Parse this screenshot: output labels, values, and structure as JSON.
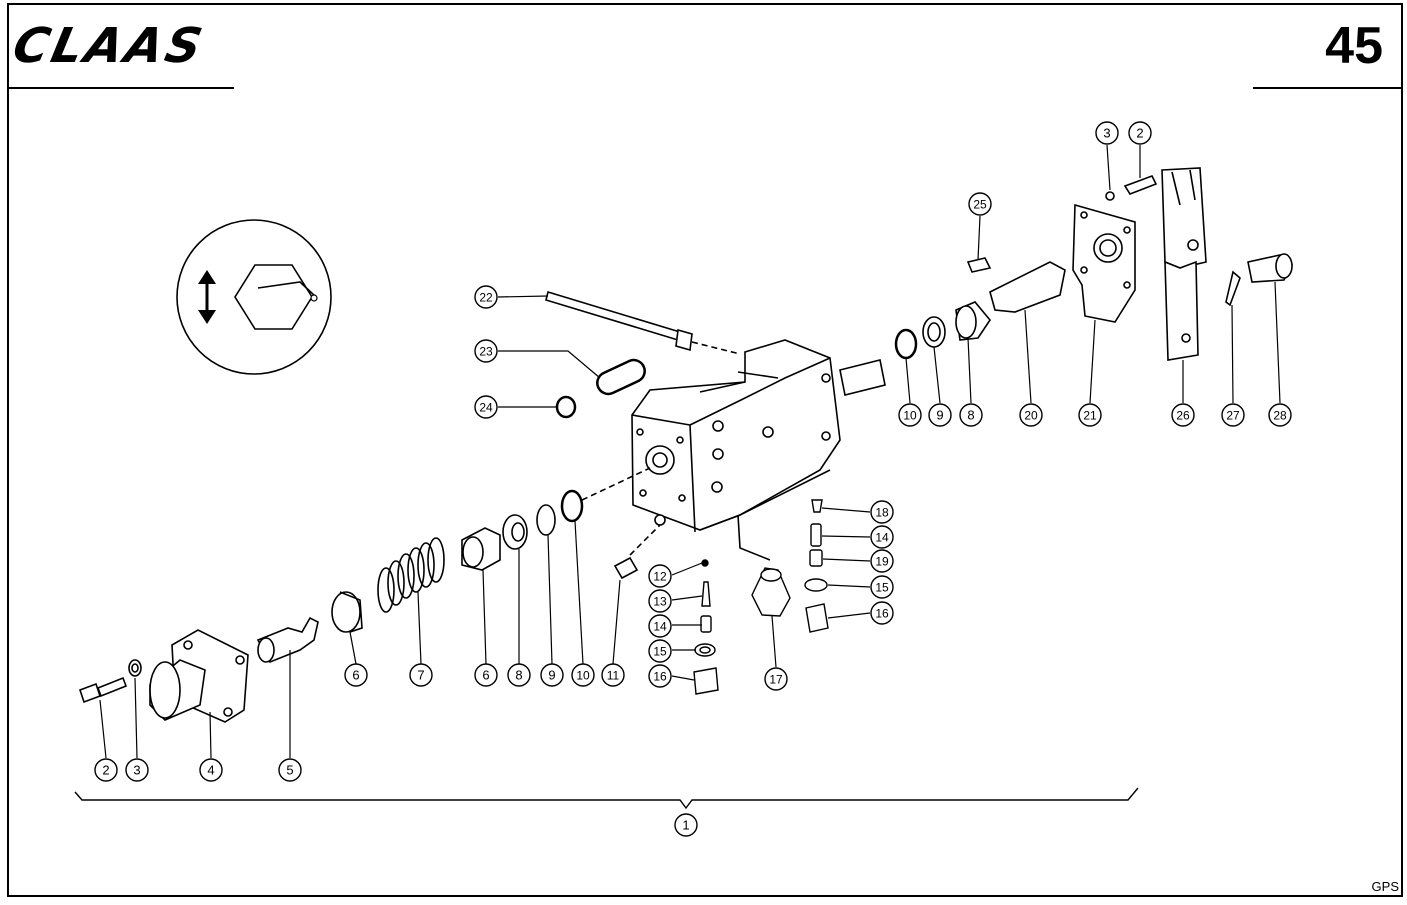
{
  "header": {
    "brand_logo": "CLAAS",
    "page_number": "45"
  },
  "footer": {
    "code": "GPS"
  },
  "callouts": [
    {
      "id": "c1",
      "label": "1"
    },
    {
      "id": "c2a",
      "label": "2"
    },
    {
      "id": "c3a",
      "label": "3"
    },
    {
      "id": "c4",
      "label": "4"
    },
    {
      "id": "c5",
      "label": "5"
    },
    {
      "id": "c6a",
      "label": "6"
    },
    {
      "id": "c7",
      "label": "7"
    },
    {
      "id": "c6b",
      "label": "6"
    },
    {
      "id": "c8a",
      "label": "8"
    },
    {
      "id": "c9a",
      "label": "9"
    },
    {
      "id": "c10a",
      "label": "10"
    },
    {
      "id": "c11",
      "label": "11"
    },
    {
      "id": "c12",
      "label": "12"
    },
    {
      "id": "c13",
      "label": "13"
    },
    {
      "id": "c14a",
      "label": "14"
    },
    {
      "id": "c15a",
      "label": "15"
    },
    {
      "id": "c16a",
      "label": "16"
    },
    {
      "id": "c17",
      "label": "17"
    },
    {
      "id": "c18",
      "label": "18"
    },
    {
      "id": "c14b",
      "label": "14"
    },
    {
      "id": "c19",
      "label": "19"
    },
    {
      "id": "c15b",
      "label": "15"
    },
    {
      "id": "c16b",
      "label": "16"
    },
    {
      "id": "c22",
      "label": "22"
    },
    {
      "id": "c23",
      "label": "23"
    },
    {
      "id": "c24",
      "label": "24"
    },
    {
      "id": "c10b",
      "label": "10"
    },
    {
      "id": "c9b",
      "label": "9"
    },
    {
      "id": "c8b",
      "label": "8"
    },
    {
      "id": "c20",
      "label": "20"
    },
    {
      "id": "c21",
      "label": "21"
    },
    {
      "id": "c26",
      "label": "26"
    },
    {
      "id": "c27",
      "label": "27"
    },
    {
      "id": "c28",
      "label": "28"
    },
    {
      "id": "c25",
      "label": "25"
    },
    {
      "id": "c3b",
      "label": "3"
    },
    {
      "id": "c2b",
      "label": "2"
    }
  ]
}
